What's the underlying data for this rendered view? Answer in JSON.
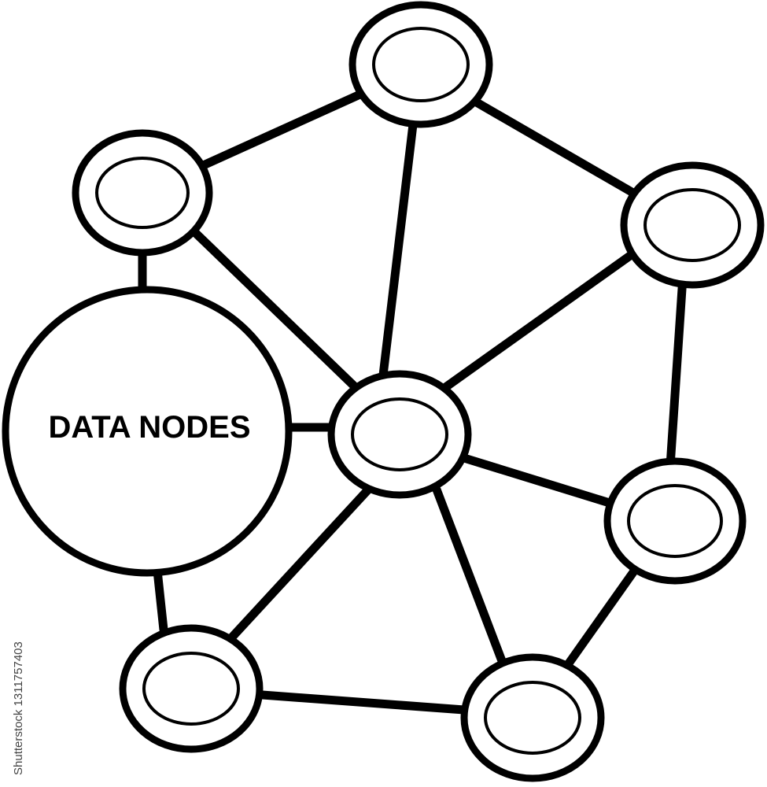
{
  "diagram": {
    "hub_label": "DATA NODES",
    "watermark_text": "Shutterstock 1311757403",
    "colors": {
      "stroke": "#000000",
      "fill": "#ffffff"
    },
    "node_names": [
      "top",
      "upper-left",
      "upper-right",
      "center",
      "right",
      "lower-left",
      "bottom"
    ]
  }
}
